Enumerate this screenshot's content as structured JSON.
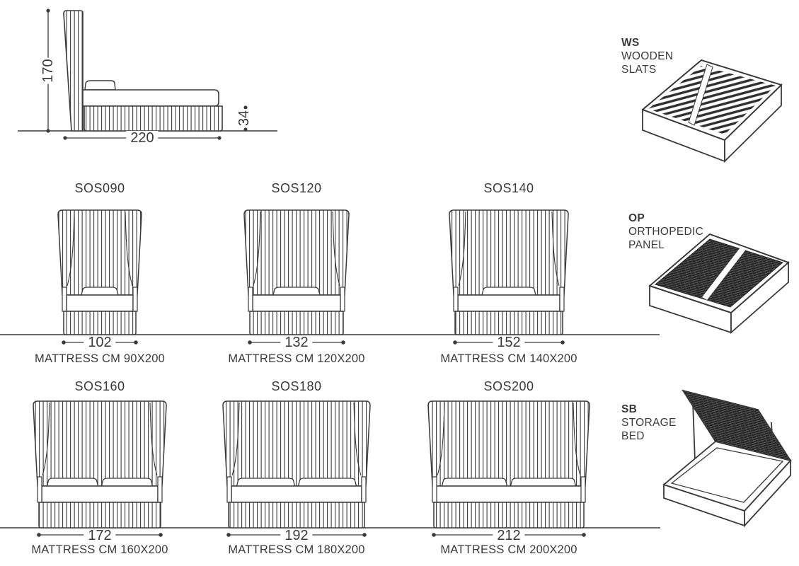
{
  "side_view": {
    "height_cm": "170",
    "length_cm": "220",
    "base_height_cm": "34"
  },
  "models": [
    {
      "code": "SOS090",
      "width_label": "102",
      "mattress_label": "MATTRESS CM 90X200"
    },
    {
      "code": "SOS120",
      "width_label": "132",
      "mattress_label": "MATTRESS CM 120X200"
    },
    {
      "code": "SOS140",
      "width_label": "152",
      "mattress_label": "MATTRESS CM 140X200"
    },
    {
      "code": "SOS160",
      "width_label": "172",
      "mattress_label": "MATTRESS CM 160X200"
    },
    {
      "code": "SOS180",
      "width_label": "192",
      "mattress_label": "MATTRESS CM 180X200"
    },
    {
      "code": "SOS200",
      "width_label": "212",
      "mattress_label": "MATTRESS CM 200X200"
    }
  ],
  "options": [
    {
      "code": "WS",
      "line1": "WOODEN",
      "line2": "SLATS"
    },
    {
      "code": "OP",
      "line1": "ORTHOPEDIC",
      "line2": "PANEL"
    },
    {
      "code": "SB",
      "line1": "STORAGE",
      "line2": "BED"
    }
  ],
  "colors": {
    "ink": "#3a3a3a",
    "paper": "#ffffff"
  }
}
